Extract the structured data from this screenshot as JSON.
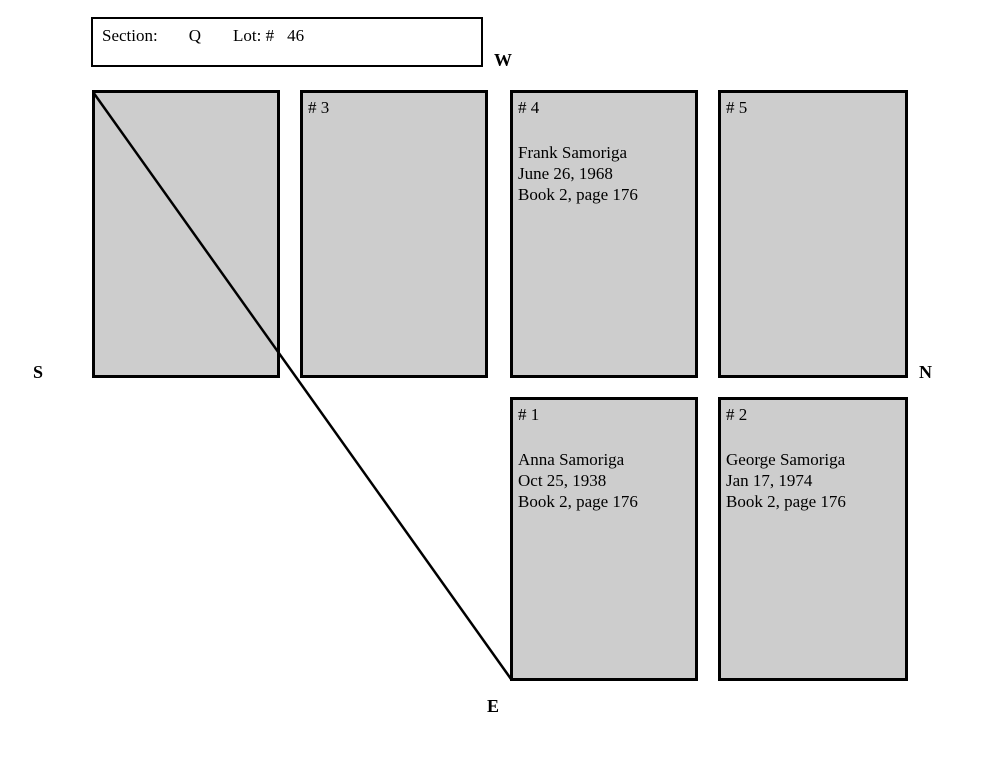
{
  "header": {
    "section_label": "Section:",
    "section_value": "Q",
    "lot_label": "Lot: #",
    "lot_value": "46"
  },
  "compass": {
    "west": "W",
    "south": "S",
    "north": "N",
    "east": "E"
  },
  "plots": {
    "unmarked": {
      "number": "",
      "name": "",
      "date": "",
      "record": ""
    },
    "p3": {
      "number": "# 3",
      "name": "",
      "date": "",
      "record": ""
    },
    "p4": {
      "number": "# 4",
      "name": "Frank Samoriga",
      "date": "June 26, 1968",
      "record": "Book 2, page 176"
    },
    "p5": {
      "number": "# 5",
      "name": "",
      "date": "",
      "record": ""
    },
    "p1": {
      "number": "# 1",
      "name": "Anna Samoriga",
      "date": "Oct 25, 1938",
      "record": "Book 2, page 176"
    },
    "p2": {
      "number": "# 2",
      "name": "George Samoriga",
      "date": "Jan 17, 1974",
      "record": "Book 2, page 176"
    }
  },
  "colors": {
    "plot_fill": "#cdcdcd",
    "border": "#000000",
    "diagonal_line": "#000000",
    "background": "#ffffff"
  }
}
